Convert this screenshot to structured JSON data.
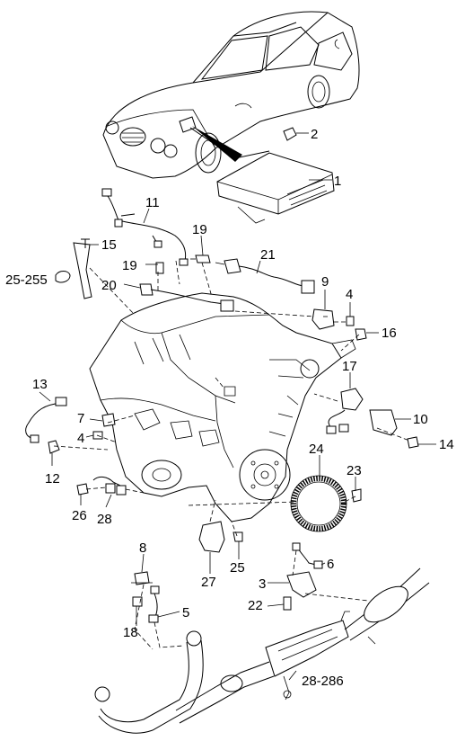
{
  "diagram": {
    "callouts": [
      {
        "id": "c1",
        "text": "1"
      },
      {
        "id": "c2",
        "text": "2"
      },
      {
        "id": "c3",
        "text": "3"
      },
      {
        "id": "c4a",
        "text": "4"
      },
      {
        "id": "c4b",
        "text": "4"
      },
      {
        "id": "c5",
        "text": "5"
      },
      {
        "id": "c6",
        "text": "6"
      },
      {
        "id": "c7",
        "text": "7"
      },
      {
        "id": "c8",
        "text": "8"
      },
      {
        "id": "c9",
        "text": "9"
      },
      {
        "id": "c10",
        "text": "10"
      },
      {
        "id": "c11",
        "text": "11"
      },
      {
        "id": "c12",
        "text": "12"
      },
      {
        "id": "c13",
        "text": "13"
      },
      {
        "id": "c14",
        "text": "14"
      },
      {
        "id": "c15",
        "text": "15"
      },
      {
        "id": "c16",
        "text": "16"
      },
      {
        "id": "c17",
        "text": "17"
      },
      {
        "id": "c18",
        "text": "18"
      },
      {
        "id": "c19a",
        "text": "19"
      },
      {
        "id": "c19b",
        "text": "19"
      },
      {
        "id": "c20",
        "text": "20"
      },
      {
        "id": "c21",
        "text": "21"
      },
      {
        "id": "c22",
        "text": "22"
      },
      {
        "id": "c23",
        "text": "23"
      },
      {
        "id": "c24",
        "text": "24"
      },
      {
        "id": "c25",
        "text": "25"
      },
      {
        "id": "c26",
        "text": "26"
      },
      {
        "id": "c27",
        "text": "27"
      },
      {
        "id": "c28",
        "text": "28"
      },
      {
        "id": "c25_255",
        "text": "25-255"
      },
      {
        "id": "c28_286",
        "text": "28-286"
      }
    ]
  }
}
